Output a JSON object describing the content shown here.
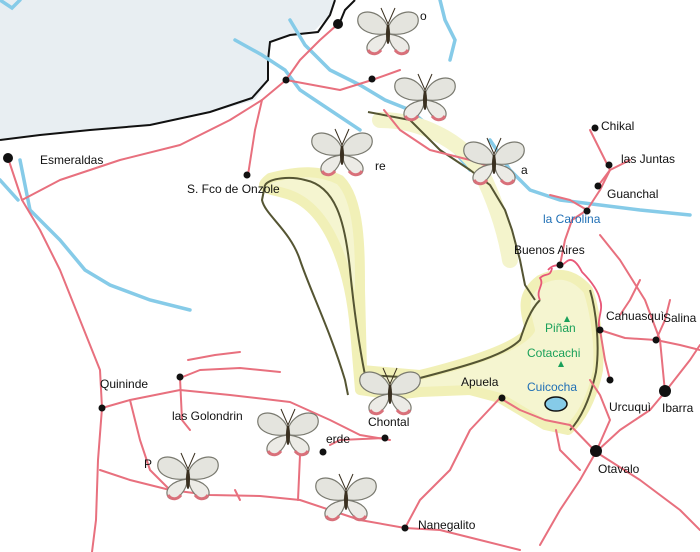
{
  "colors": {
    "ocean": "#e8eef2",
    "road": "#e8707e",
    "river": "#86cbe8",
    "reserve_outline": "#555533",
    "reserve_fill": "#f2f2c0",
    "label": "#111111",
    "water_label": "#1f6fb5",
    "peak_label": "#1aa05a"
  },
  "labels": {
    "esmeraldas": "Esmeraldas",
    "s_fco_de_onzole": "S. Fco de Onzole",
    "re_fragment": "re",
    "chikal": "Chikal",
    "las_juntas": "las Juntas",
    "guanchal": "Guanchal",
    "la_carolina": "la Carolina",
    "buenos_aires": "Buenos Aires",
    "pinan": "Piñan",
    "cahuasqui": "Cahuasquì",
    "salinas": "Salina",
    "cotacachi": "Cotacachi",
    "cuicocha": "Cuicocha",
    "apuela": "Apuela",
    "urcuqui": "Urcuquì",
    "ibarra": "Ibarra",
    "otavalo": "Otavalo",
    "quininde": "Quininde",
    "las_golondrinas": "las Golondrin",
    "chontal": "Chontal",
    "verde_fragment": "erde",
    "p_fragment": "P",
    "nanegalito": "Nanegalito",
    "a_fragment": "a",
    "top_fragment": "o"
  },
  "butterflies": [
    {
      "name": "butterfly-1"
    },
    {
      "name": "butterfly-2"
    },
    {
      "name": "butterfly-3"
    },
    {
      "name": "butterfly-4"
    },
    {
      "name": "butterfly-5"
    },
    {
      "name": "butterfly-6"
    },
    {
      "name": "butterfly-7"
    },
    {
      "name": "butterfly-8"
    }
  ]
}
